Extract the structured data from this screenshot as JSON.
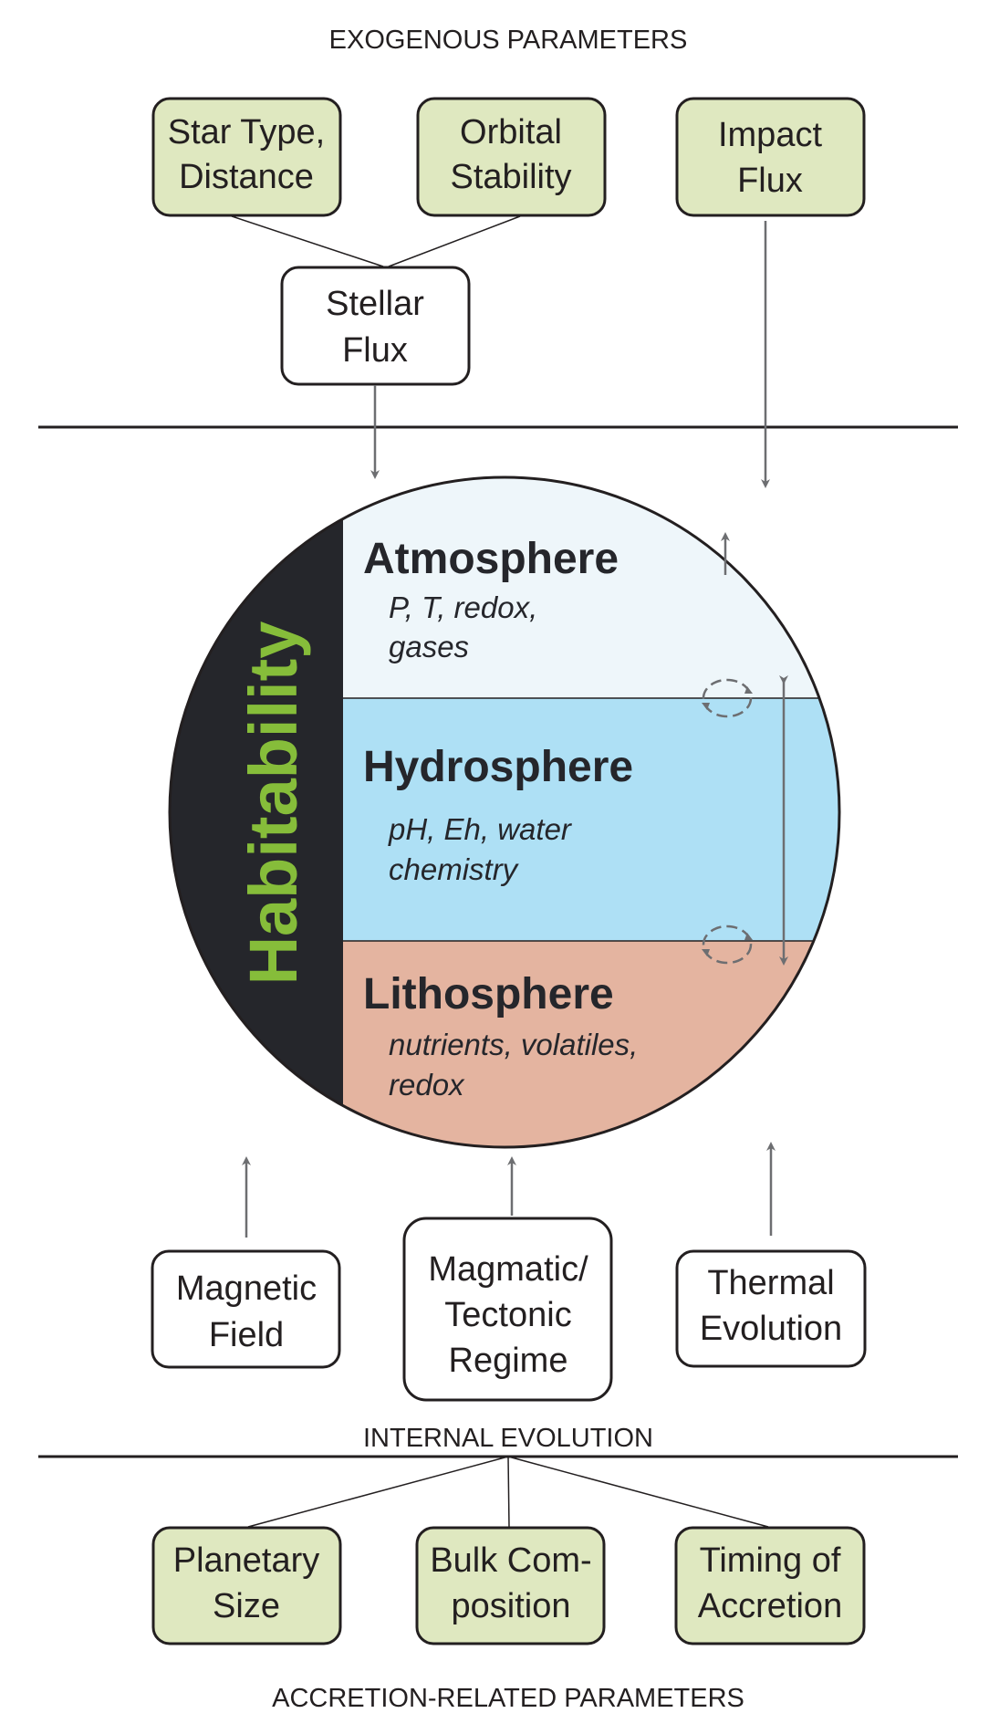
{
  "headers": {
    "exogenous": "EXOGENOUS PARAMETERS",
    "internal": "INTERNAL EVOLUTION",
    "accretion": "ACCRETION-RELATED PARAMETERS"
  },
  "exogenous_boxes": [
    {
      "lines": [
        "Star Type,",
        "Distance"
      ]
    },
    {
      "lines": [
        "Orbital",
        "Stability"
      ]
    },
    {
      "lines": [
        "Impact",
        "Flux"
      ]
    }
  ],
  "stellar_flux": {
    "lines": [
      "Stellar",
      "Flux"
    ]
  },
  "planet": {
    "habitability": "Habitability",
    "atmosphere": {
      "title": "Atmosphere",
      "lines": [
        "P, T, redox,",
        "gases"
      ]
    },
    "hydrosphere": {
      "title": "Hydrosphere",
      "lines": [
        "pH, Eh, water",
        "chemistry"
      ]
    },
    "lithosphere": {
      "title": "Lithosphere",
      "lines": [
        "nutrients, volatiles,",
        "redox"
      ]
    }
  },
  "internal_boxes": [
    {
      "lines": [
        "Magnetic",
        "Field"
      ]
    },
    {
      "lines": [
        "Magmatic/",
        "Tectonic",
        "Regime"
      ]
    },
    {
      "lines": [
        "Thermal",
        "Evolution"
      ]
    }
  ],
  "accretion_boxes": [
    {
      "lines": [
        "Planetary",
        "Size"
      ]
    },
    {
      "lines": [
        "Bulk Com-",
        "position"
      ]
    },
    {
      "lines": [
        "Timing of",
        "Accretion"
      ]
    }
  ],
  "colors": {
    "green_box": "#dfe8c0",
    "atmosphere": "#eef6fa",
    "hydrosphere": "#aee0f5",
    "lithosphere": "#e4b4a0",
    "band": "#25262b",
    "habitability": "#86bd3a"
  }
}
